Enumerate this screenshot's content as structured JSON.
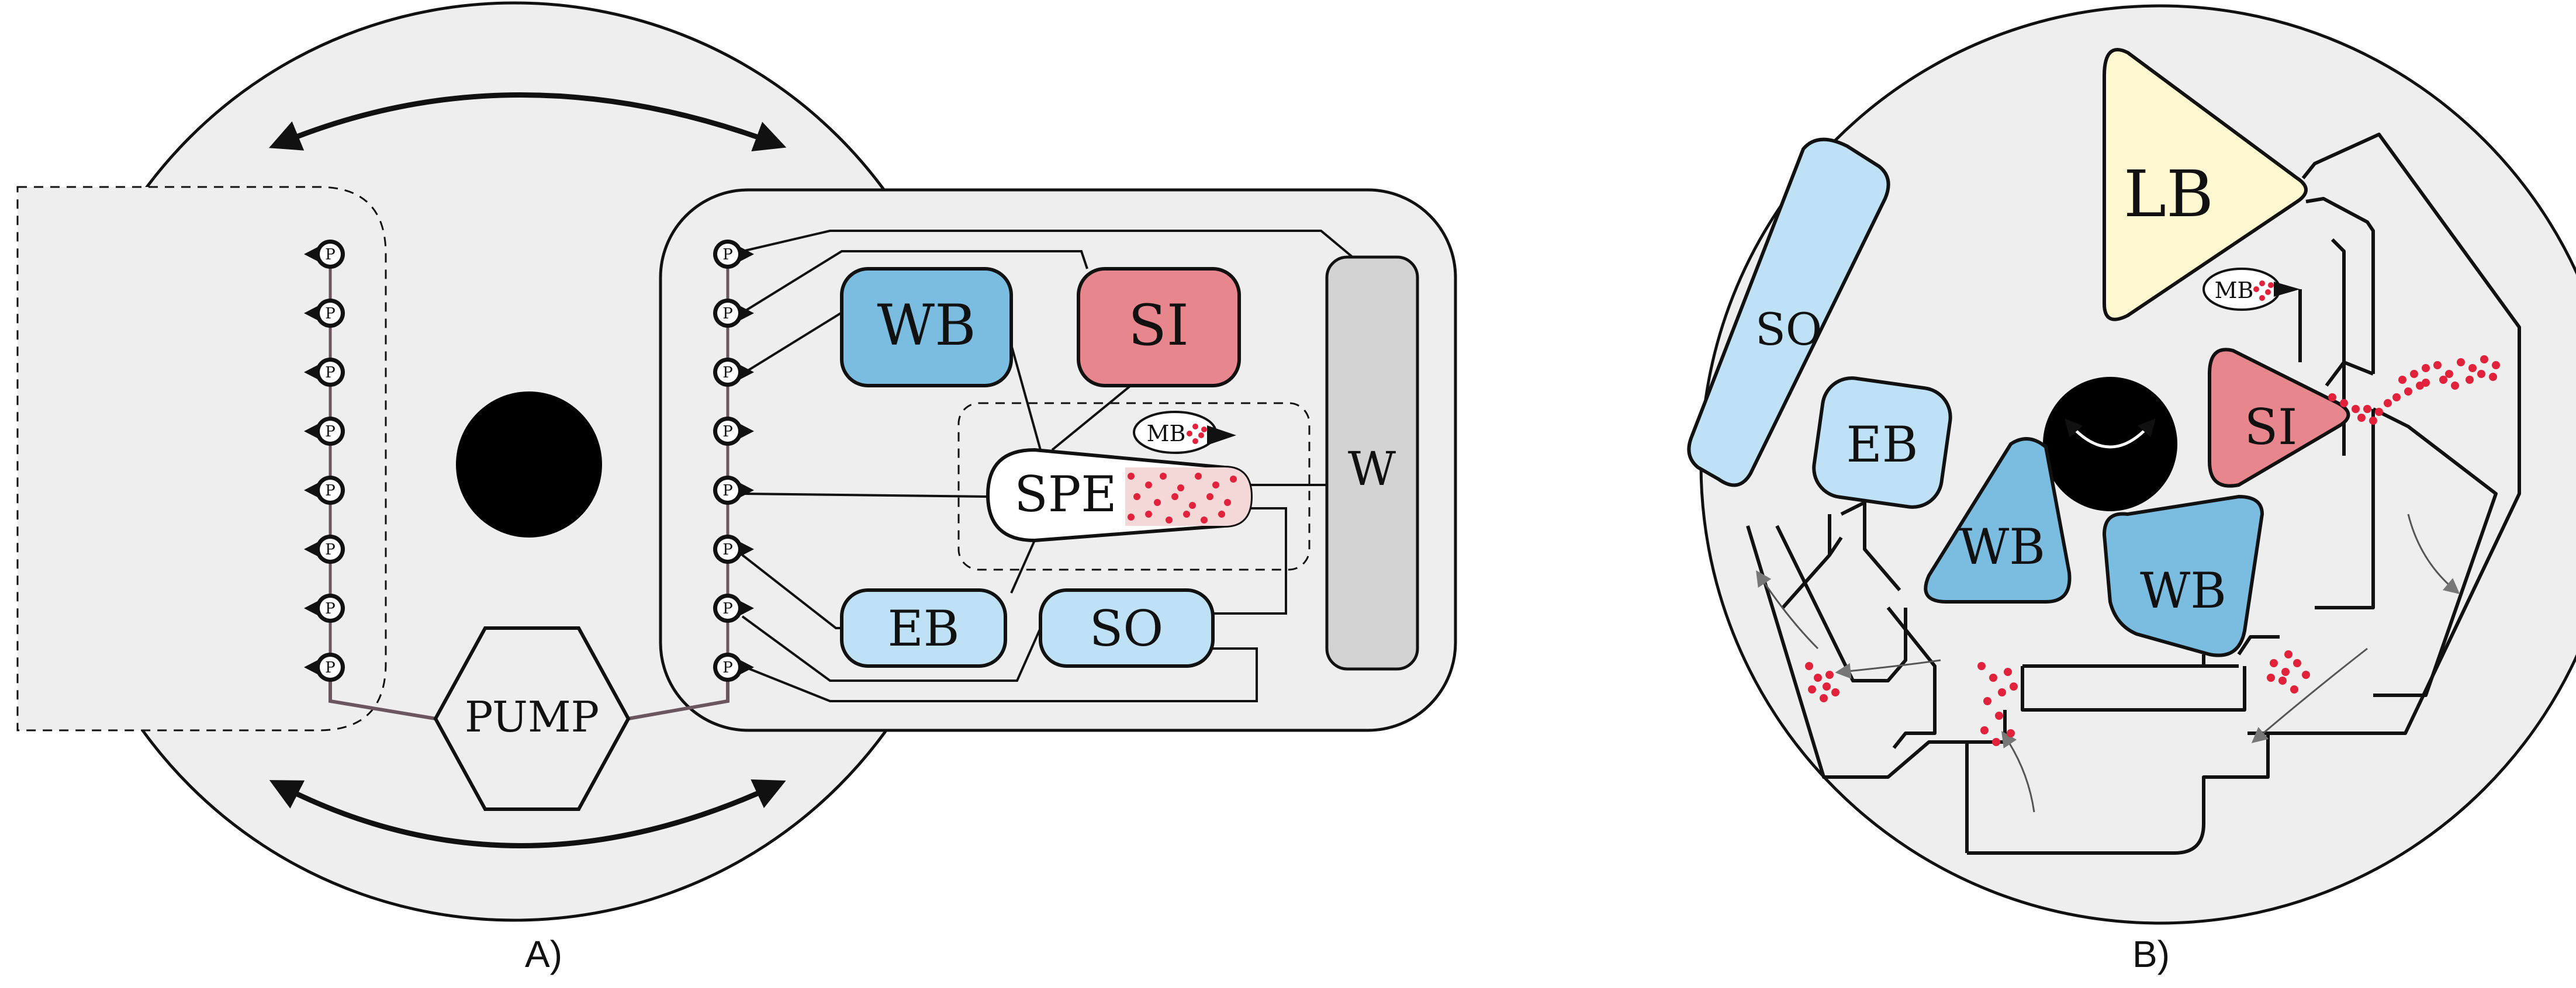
{
  "panel_a": {
    "caption": "A)",
    "valve_label": "P",
    "pump_label": "PUMP",
    "chambers": {
      "wash_buffer": "WB",
      "sample_input": "SI",
      "solid_phase_extraction": "SPE",
      "elution_buffer": "EB",
      "solvent_oil": "SO",
      "waste": "W",
      "magnetic_beads": "MB"
    }
  },
  "panel_b": {
    "caption": "B)",
    "chambers": {
      "lysis_buffer": "LB",
      "magnetic_beads": "MB",
      "sample_input": "SI",
      "solvent_oil": "SO",
      "elution_buffer": "EB",
      "wash_buffer_1": "WB",
      "wash_buffer_2": "WB"
    }
  },
  "colors": {
    "background_grey": "#eeeeee",
    "wash_blue": "#7bbde0",
    "light_blue": "#bfe1f5",
    "sample_red": "#e8868e",
    "lysis_yellow": "#fff8d0",
    "waste_grey": "#d3d3d3",
    "bead_red": "#e2223b"
  }
}
